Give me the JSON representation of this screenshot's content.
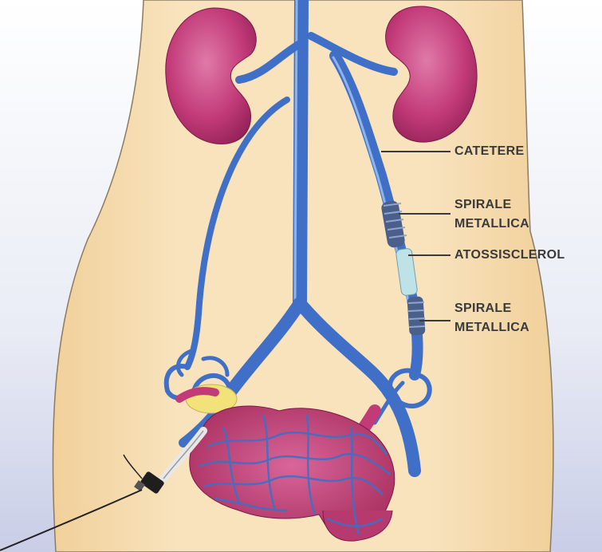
{
  "labels": {
    "catheter": "CATETERE",
    "coil_top_line1": "SPIRALE",
    "coil_top_line2": "METALLICA",
    "sclerosant": "ATOSSISCLEROL",
    "coil_bottom_line1": "SPIRALE",
    "coil_bottom_line2": "METALLICA"
  },
  "colors": {
    "background": "#ffffff",
    "body": "#f6dfb6",
    "body_outline": "#8a7a66",
    "vein": "#3f6fc6",
    "vein_highlight": "#8fb4ea",
    "kidney": "#c23a78",
    "uterus": "#c2467a",
    "coil": "#4a5f8a",
    "sclerosant": "#bfe2e6",
    "label_text": "#3a3a3a"
  }
}
